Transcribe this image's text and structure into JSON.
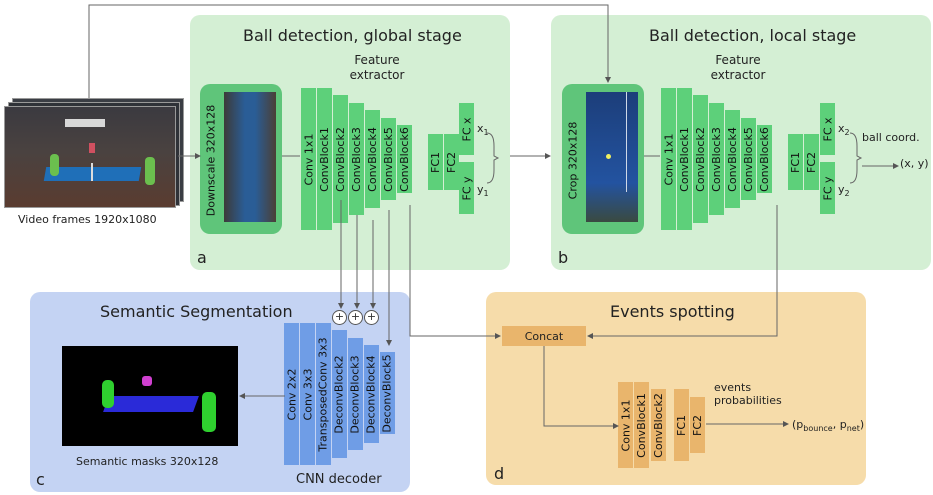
{
  "colors": {
    "green_panel": "#d4efd4",
    "green_block": "#5dd07a",
    "blue_panel": "#c4d3f3",
    "blue_block": "#6f9de6",
    "orange_panel": "#f6dcaa",
    "orange_block": "#e9b56c"
  },
  "input": {
    "label": "Video frames 1920x1080"
  },
  "global_stage": {
    "title": "Ball detection, global stage",
    "downscale_label": "Downscale 320x128",
    "feature_extractor": "Feature extractor",
    "blocks": [
      "Conv 1x1",
      "ConvBlock1",
      "ConvBlock2",
      "ConvBlock3",
      "ConvBlock4",
      "ConvBlock5",
      "ConvBlock6"
    ],
    "fc": [
      "FC1",
      "FC2"
    ],
    "fc_x": "FC x",
    "fc_y": "FC y",
    "out_x": "x",
    "out_x_sub": "1",
    "out_y": "y",
    "out_y_sub": "1",
    "letter": "a"
  },
  "local_stage": {
    "title": "Ball detection, local stage",
    "crop_label": "Crop 320x128",
    "feature_extractor": "Feature extractor",
    "blocks": [
      "Conv 1x1",
      "ConvBlock1",
      "ConvBlock2",
      "ConvBlock3",
      "ConvBlock4",
      "ConvBlock5",
      "ConvBlock6"
    ],
    "fc": [
      "FC1",
      "FC2"
    ],
    "fc_x": "FC x",
    "fc_y": "FC y",
    "out_x": "x",
    "out_x_sub": "2",
    "out_y": "y",
    "out_y_sub": "2",
    "ball_coord": "ball coord.",
    "xy": "(x, y)",
    "letter": "b"
  },
  "segmentation": {
    "title": "Semantic Segmentation",
    "masks_label": "Semantic masks 320x128",
    "decoder_label": "CNN decoder",
    "blocks": [
      "Conv 2x2",
      "Conv 3x3",
      "TransposedConv 3x3",
      "DeconvBlock2",
      "DeconvBlock3",
      "DeconvBlock4",
      "DeconvBlock5"
    ],
    "plus": "+",
    "letter": "c"
  },
  "events": {
    "title": "Events spotting",
    "concat": "Concat",
    "blocks": [
      "Conv 1x1",
      "ConvBlock1",
      "ConvBlock2",
      "FC1",
      "FC2"
    ],
    "probs_label": "events probabilities",
    "output_open": "(p",
    "bounce_sub": "bounce",
    "comma": ", p",
    "net_sub": "net",
    "output_close": ")",
    "letter": "d"
  }
}
